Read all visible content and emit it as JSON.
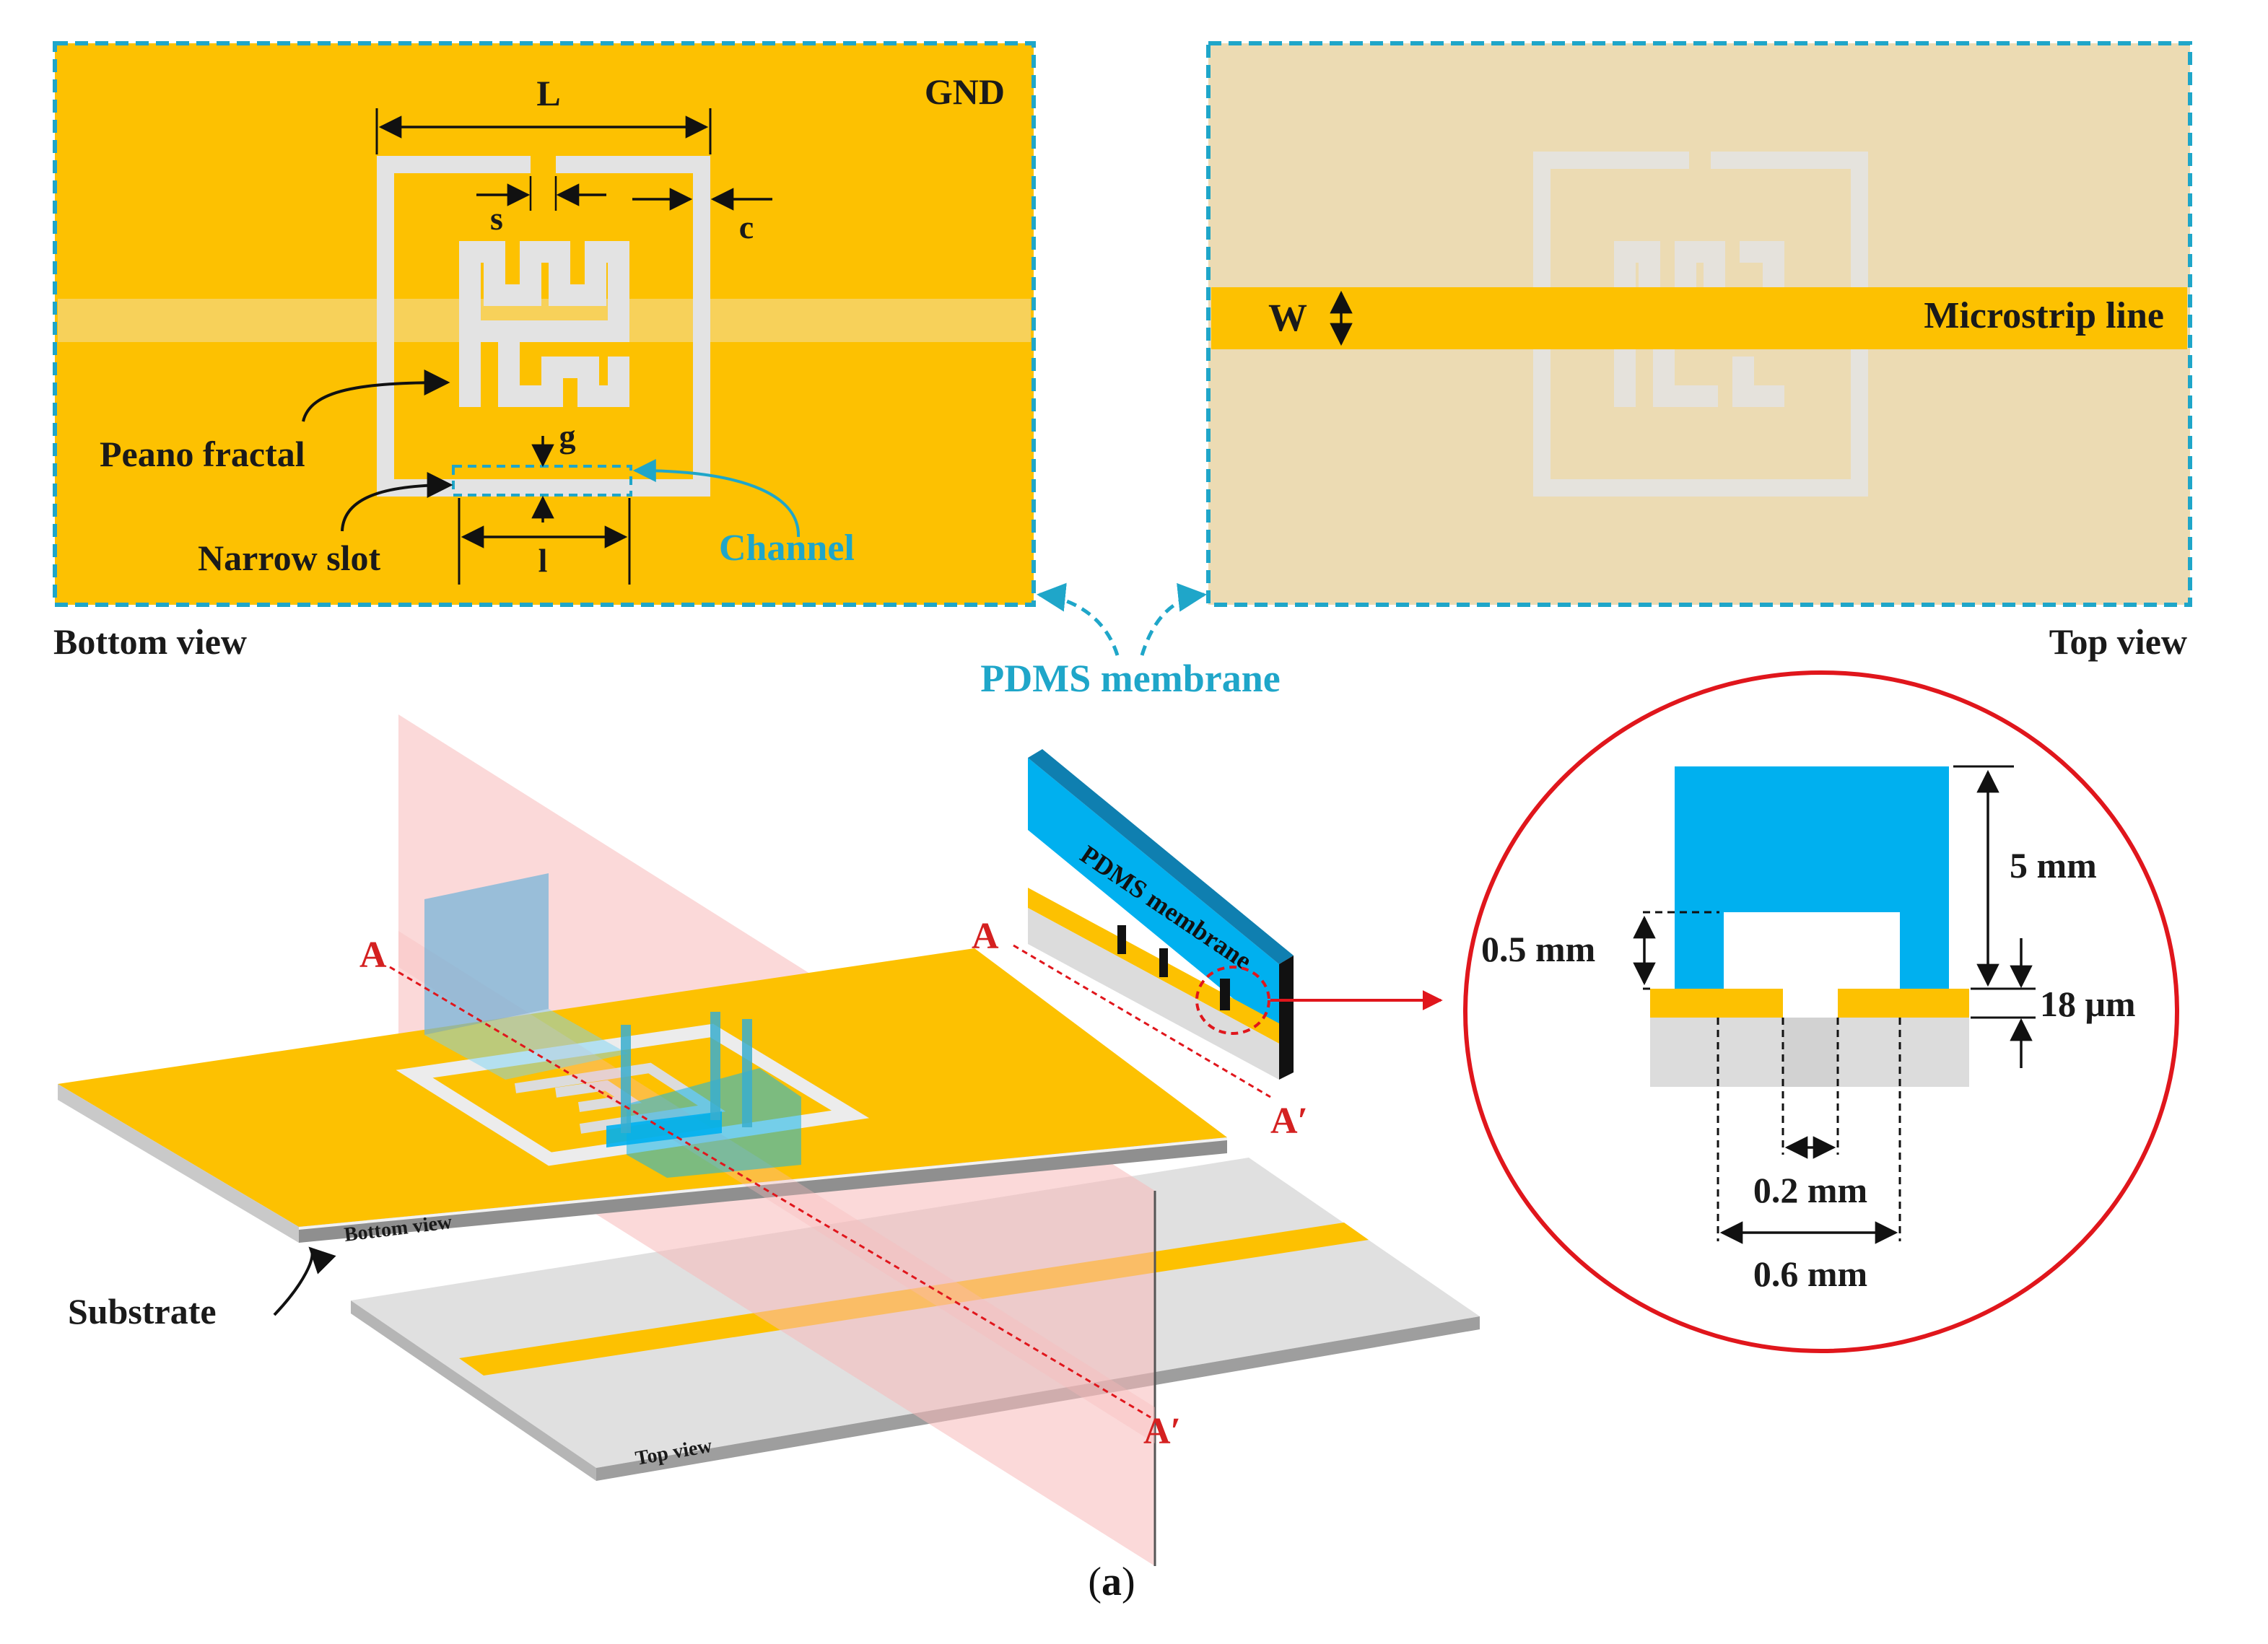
{
  "colors": {
    "copper": "#fdc101",
    "copper_dark": "#c9960a",
    "substrate": "#dedede",
    "substrate_side": "#a9a9a9",
    "top_panel_bg": "#ecdbb3",
    "slot": "#e3e3e3",
    "pdms": "#00b0ef",
    "pdms_dark": "#0f7fb0",
    "cyan_label": "#1fa6c9",
    "cut_plane": "#f8b9b9",
    "red_ring": "#e0161c",
    "ink": "#1a1a1a"
  },
  "bottom_view": {
    "view_label": "Bottom view",
    "gnd_label": "GND",
    "dim_L": "L",
    "dim_s": "s",
    "dim_c": "c",
    "dim_g": "g",
    "dim_l": "l",
    "peano_label": "Peano fractal",
    "slot_label": "Narrow slot",
    "channel_label": "Channel"
  },
  "top_view": {
    "view_label": "Top view",
    "dim_W": "W",
    "line_label": "Microstrip line"
  },
  "pdms_callout": "PDMS membrane",
  "iso_view": {
    "bottom_face_label": "Bottom view",
    "top_face_label": "Top view",
    "substrate_label": "Substrate",
    "section_A": "A",
    "section_A_prime": "A′",
    "membrane_text": "PDMS membrane"
  },
  "detail": {
    "dim_height": "5 mm",
    "dim_gap": "0.5 mm",
    "dim_copper": "18 μm",
    "dim_slot": "0.2 mm",
    "dim_channel": "0.6 mm"
  },
  "caption": {
    "open": "(",
    "letter": "a",
    "close": ")"
  }
}
